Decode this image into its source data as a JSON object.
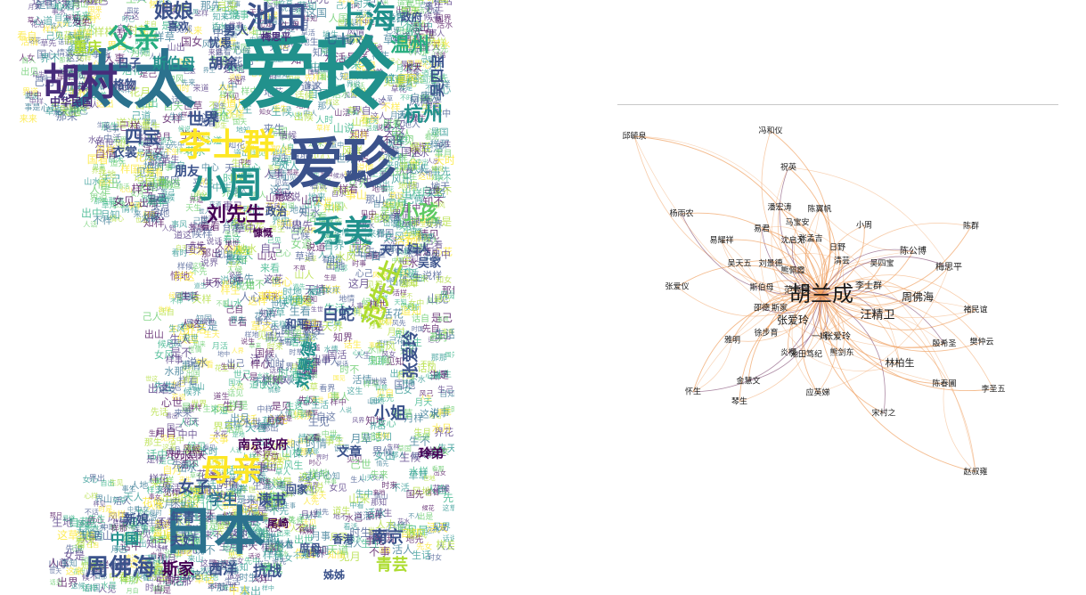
{
  "colors": {
    "palette": [
      "#440154",
      "#472d7b",
      "#3b528b",
      "#2c728e",
      "#21918c",
      "#28ae80",
      "#5ec962",
      "#addc30",
      "#fde725"
    ],
    "edge_light": "#f0a060",
    "edge_dark": "#6a2a5a",
    "background": "#ffffff"
  },
  "wordcloud": {
    "words": [
      {
        "text": "爱玲",
        "size": 88,
        "color": "#21918c"
      },
      {
        "text": "太太",
        "size": 70,
        "color": "#2c728e"
      },
      {
        "text": "爱珍",
        "size": 62,
        "color": "#3b528b"
      },
      {
        "text": "日本",
        "size": 58,
        "color": "#2c728e"
      },
      {
        "text": "胡村",
        "size": 42,
        "color": "#472d7b"
      },
      {
        "text": "李士群",
        "size": 36,
        "color": "#fde725"
      },
      {
        "text": "小周",
        "size": 40,
        "color": "#21918c"
      },
      {
        "text": "池田",
        "size": 34,
        "color": "#3b528b"
      },
      {
        "text": "上海",
        "size": 34,
        "color": "#21918c"
      },
      {
        "text": "父亲",
        "size": 30,
        "color": "#28ae80"
      },
      {
        "text": "秀美",
        "size": 34,
        "color": "#21918c"
      },
      {
        "text": "母亲",
        "size": 34,
        "color": "#fde725"
      },
      {
        "text": "周佛海",
        "size": 26,
        "color": "#3b528b"
      },
      {
        "text": "娘娘",
        "size": 22,
        "color": "#3b528b"
      },
      {
        "text": "温州",
        "size": 22,
        "color": "#28ae80"
      },
      {
        "text": "杭州",
        "size": 22,
        "color": "#21918c"
      },
      {
        "text": "刘先生",
        "size": 22,
        "color": "#440154"
      },
      {
        "text": "小孩",
        "size": 22,
        "color": "#5ec962"
      },
      {
        "text": "四宝",
        "size": 20,
        "color": "#3b528b"
      },
      {
        "text": "重庆",
        "size": 16,
        "color": "#addc30"
      },
      {
        "text": "斯伯母",
        "size": 16,
        "color": "#21918c"
      },
      {
        "text": "胡涂",
        "size": 16,
        "color": "#3b528b"
      },
      {
        "text": "世界",
        "size": 18,
        "color": "#3b528b"
      },
      {
        "text": "朋友",
        "size": 14,
        "color": "#3b528b"
      },
      {
        "text": "衣裳",
        "size": 14,
        "color": "#3b528b"
      },
      {
        "text": "男人",
        "size": 14,
        "color": "#3b528b"
      },
      {
        "text": "七十六",
        "size": 14,
        "color": "#2c728e"
      },
      {
        "text": "梅思平",
        "size": 11,
        "color": "#472d7b"
      },
      {
        "text": "忧患",
        "size": 13,
        "color": "#3b528b"
      },
      {
        "text": "喜欢",
        "size": 12,
        "color": "#3b528b"
      },
      {
        "text": "政府",
        "size": 12,
        "color": "#3b528b"
      },
      {
        "text": "中华民国",
        "size": 12,
        "color": "#472d7b"
      },
      {
        "text": "格物",
        "size": 13,
        "color": "#3b528b"
      },
      {
        "text": "日子",
        "size": 13,
        "color": "#3b528b"
      },
      {
        "text": "吴四宝",
        "size": 16,
        "color": "#3b528b"
      },
      {
        "text": "白蛇",
        "size": 18,
        "color": "#3b528b"
      },
      {
        "text": "范先生",
        "size": 26,
        "color": "#addc30"
      },
      {
        "text": "张爱玲",
        "size": 18,
        "color": "#3b528b"
      },
      {
        "text": "小姐",
        "size": 18,
        "color": "#3b528b"
      },
      {
        "text": "玲弟",
        "size": 14,
        "color": "#440154"
      },
      {
        "text": "南京政府",
        "size": 14,
        "color": "#440154"
      },
      {
        "text": "学生",
        "size": 16,
        "color": "#2c728e"
      },
      {
        "text": "读书",
        "size": 16,
        "color": "#3b528b"
      },
      {
        "text": "女子",
        "size": 18,
        "color": "#3b528b"
      },
      {
        "text": "新娘",
        "size": 14,
        "color": "#3b528b"
      },
      {
        "text": "年青",
        "size": 14,
        "color": "#3b528b"
      },
      {
        "text": "中国",
        "size": 16,
        "color": "#21918c"
      },
      {
        "text": "夫妇",
        "size": 14,
        "color": "#3b528b"
      },
      {
        "text": "斯家",
        "size": 18,
        "color": "#440154"
      },
      {
        "text": "西洋",
        "size": 16,
        "color": "#3b528b"
      },
      {
        "text": "抗战",
        "size": 16,
        "color": "#3b528b"
      },
      {
        "text": "南京",
        "size": 18,
        "color": "#3b528b"
      },
      {
        "text": "青芸",
        "size": 18,
        "color": "#addc30"
      },
      {
        "text": "香港",
        "size": 12,
        "color": "#3b528b"
      },
      {
        "text": "庶母",
        "size": 12,
        "color": "#3b528b"
      },
      {
        "text": "尾崎",
        "size": 12,
        "color": "#440154"
      },
      {
        "text": "姊姊",
        "size": 12,
        "color": "#3b528b"
      },
      {
        "text": "文章",
        "size": 14,
        "color": "#3b528b"
      },
      {
        "text": "回家",
        "size": 12,
        "color": "#3b528b"
      },
      {
        "text": "刘景德",
        "size": 18,
        "color": "#21918c"
      },
      {
        "text": "教员",
        "size": 12,
        "color": "#3b528b"
      },
      {
        "text": "政治",
        "size": 12,
        "color": "#3b528b"
      },
      {
        "text": "天下",
        "size": 14,
        "color": "#3b528b"
      },
      {
        "text": "妇人",
        "size": 13,
        "color": "#3b528b"
      },
      {
        "text": "吴家",
        "size": 13,
        "color": "#3b528b"
      },
      {
        "text": "和平",
        "size": 13,
        "color": "#3b528b"
      },
      {
        "text": "慷慨",
        "size": 11,
        "color": "#440154"
      }
    ]
  },
  "network": {
    "center": "胡兰成",
    "nodes": [
      {
        "label": "胡兰成",
        "size": 24
      },
      {
        "label": "邱毓泉",
        "size": 9
      },
      {
        "label": "冯和仪",
        "size": 9
      },
      {
        "label": "祝英",
        "size": 9
      },
      {
        "label": "潘宏涛",
        "size": 9
      },
      {
        "label": "陈翼帆",
        "size": 9
      },
      {
        "label": "杨雨农",
        "size": 9
      },
      {
        "label": "马宝安",
        "size": 9
      },
      {
        "label": "陈群",
        "size": 9
      },
      {
        "label": "易君",
        "size": 9
      },
      {
        "label": "小周",
        "size": 9
      },
      {
        "label": "易耀祥",
        "size": 9
      },
      {
        "label": "沈启无",
        "size": 9
      },
      {
        "label": "张孟吉",
        "size": 9
      },
      {
        "label": "日野",
        "size": 9
      },
      {
        "label": "陈公博",
        "size": 10
      },
      {
        "label": "吴天五",
        "size": 9
      },
      {
        "label": "刘景德",
        "size": 9
      },
      {
        "label": "熊佩霞",
        "size": 9
      },
      {
        "label": "清芸",
        "size": 9
      },
      {
        "label": "吴四宝",
        "size": 9
      },
      {
        "label": "梅思平",
        "size": 10
      },
      {
        "label": "张爱仪",
        "size": 9
      },
      {
        "label": "斯伯母",
        "size": 9
      },
      {
        "label": "范秀美",
        "size": 10
      },
      {
        "label": "李士群",
        "size": 10
      },
      {
        "label": "周佛海",
        "size": 12
      },
      {
        "label": "邵德",
        "size": 9
      },
      {
        "label": "斯家",
        "size": 9
      },
      {
        "label": "张爱玲",
        "size": 12
      },
      {
        "label": "汪精卫",
        "size": 13
      },
      {
        "label": "褚民谊",
        "size": 9
      },
      {
        "label": "徐步育",
        "size": 9
      },
      {
        "label": "一姆",
        "size": 9
      },
      {
        "label": "张爱玲",
        "size": 10
      },
      {
        "label": "雅明",
        "size": 9
      },
      {
        "label": "炎樱",
        "size": 9
      },
      {
        "label": "池田笃纪",
        "size": 9
      },
      {
        "label": "熊剑东",
        "size": 9
      },
      {
        "label": "殷希圣",
        "size": 9
      },
      {
        "label": "樊仲云",
        "size": 9
      },
      {
        "label": "林柏生",
        "size": 11
      },
      {
        "label": "金慧文",
        "size": 9
      },
      {
        "label": "陈春圃",
        "size": 9
      },
      {
        "label": "李圣五",
        "size": 9
      },
      {
        "label": "怀生",
        "size": 9
      },
      {
        "label": "琴生",
        "size": 9
      },
      {
        "label": "应英娣",
        "size": 9
      },
      {
        "label": "宋村之",
        "size": 9
      },
      {
        "label": "赵叔雍",
        "size": 9
      }
    ]
  }
}
